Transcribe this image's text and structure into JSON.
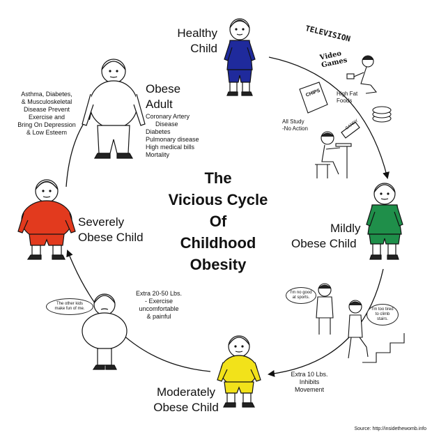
{
  "title": [
    "The",
    "Vicious Cycle",
    "Of",
    "Childhood",
    "Obesity"
  ],
  "stages": {
    "healthy": [
      "Healthy",
      "Child"
    ],
    "mild": [
      "Mildly",
      "Obese Child"
    ],
    "moderate": [
      "Moderately",
      "Obese Child"
    ],
    "severe": [
      "Severely",
      "Obese Child"
    ],
    "adult": [
      "Obese",
      "Adult"
    ]
  },
  "adult_conditions": [
    "Coronary Artery",
    "Disease",
    "Diabetes",
    "Pulmonary disease",
    "High medical bills",
    "Mortality"
  ],
  "notes": {
    "causes": [
      "Asthma, Diabetes,",
      "& Musculoskeletal",
      "Disease Prevent",
      "Exercise and",
      "Bring On Depression",
      "& Low Esteem"
    ],
    "extra_10": [
      "Extra 10 Lbs.",
      "Inhibits",
      "Movement"
    ],
    "extra_20_50": [
      "Extra 20-50 Lbs.",
      "- Exercise",
      "uncomfortable",
      "& painful"
    ],
    "all_study": [
      "All Study",
      "-No Action"
    ],
    "high_fat": [
      "High Fat",
      "Foods"
    ]
  },
  "props": {
    "television": "TELEVISION",
    "video_games": [
      "Video",
      "Games"
    ],
    "chips": "CHIPS",
    "candy": "CANDY"
  },
  "bubbles": {
    "other_kids": [
      "The other kids",
      "make fun of me."
    ],
    "no_good": [
      "I'm no good",
      "at sports."
    ],
    "too_tired": [
      "I'm too tired",
      "to climb",
      "stairs."
    ]
  },
  "source": "Source: http://insidethewomb.info",
  "colors": {
    "healthy_shirt": "#1f2a9c",
    "mild_shirt": "#1f8f4a",
    "moderate_shirt": "#f2e21a",
    "severe_shirt": "#e23a1e"
  }
}
